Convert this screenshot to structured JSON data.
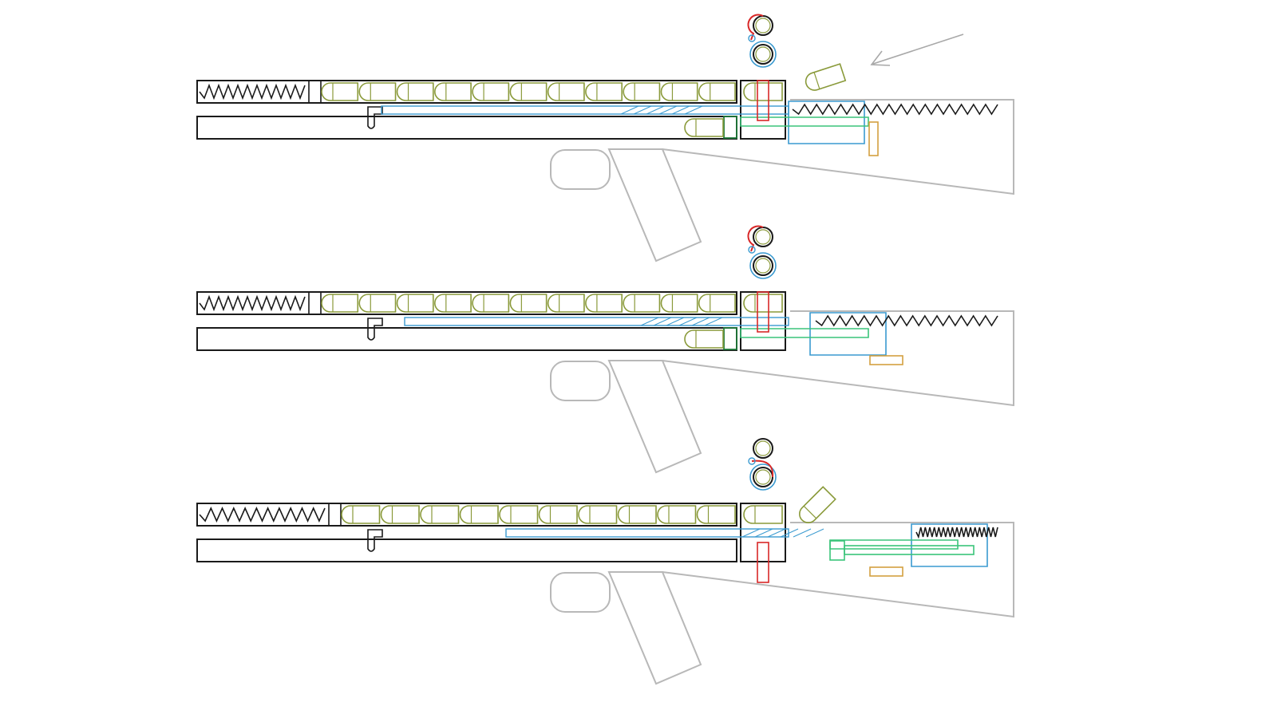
{
  "colors": {
    "outline": "#1a1a1a",
    "stock": "#b8b8b8",
    "cartridge": "#8a9a3a",
    "slide": "#3a9ad0",
    "bolt": "#3ac47a",
    "lever": "#d82828",
    "bolt_face": "#1f7a3a",
    "extractor": "#d4a040",
    "arrow": "#a8a8a8"
  },
  "panels": [
    {
      "name": "stage-forward",
      "magazine_rounds": 11,
      "chamber_round": true,
      "bolt_round": true,
      "ejected_round": "upper",
      "show_arrow": true,
      "extractor": "vertical",
      "gear": "top"
    },
    {
      "name": "stage-mid",
      "magazine_rounds": 11,
      "chamber_round": true,
      "bolt_round": true,
      "ejected_round": "none",
      "show_arrow": false,
      "extractor": "horizontal",
      "gear": "top"
    },
    {
      "name": "stage-rear",
      "magazine_rounds": 10,
      "chamber_round": true,
      "bolt_round": false,
      "ejected_round": "lower",
      "show_arrow": false,
      "extractor": "horizontal-rear",
      "gear": "bottom"
    }
  ]
}
